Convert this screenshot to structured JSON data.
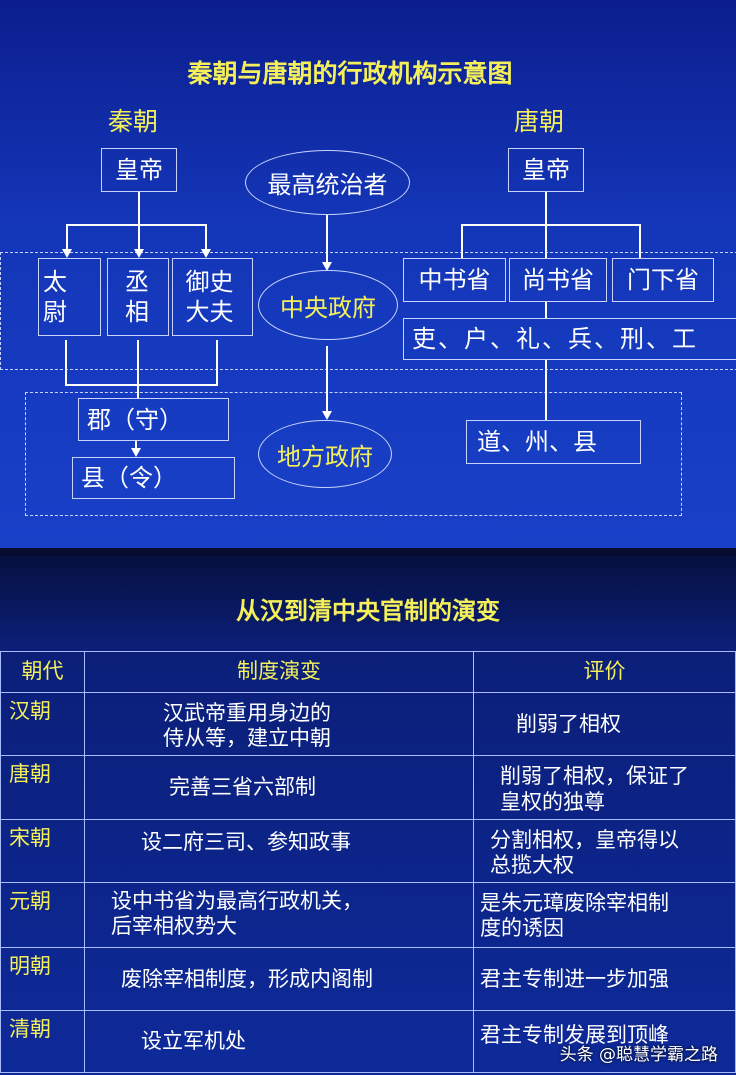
{
  "diagram": {
    "title": "秦朝与唐朝的行政机构示意图",
    "qin_label": "秦朝",
    "tang_label": "唐朝",
    "qin_emperor": "皇帝",
    "tang_emperor": "皇帝",
    "supreme_ruler": "最高统治者",
    "central_gov": "中央政府",
    "local_gov": "地方政府",
    "qin_central": [
      "太尉",
      "丞相",
      "御史大夫"
    ],
    "tang_central": [
      "中书省",
      "尚书省",
      "门下省"
    ],
    "tang_ministries": "吏、户、礼、兵、刑、工",
    "qin_local": [
      "郡（守）",
      "县（令）"
    ],
    "tang_local": "道、州、县"
  },
  "table": {
    "title": "从汉到清中央官制的演变",
    "headers": [
      "朝代",
      "制度演变",
      "评价"
    ],
    "rows": [
      {
        "dynasty": "汉朝",
        "change": "汉武帝重用身边的\n侍从等，建立中朝",
        "comment": "削弱了相权"
      },
      {
        "dynasty": "唐朝",
        "change": "完善三省六部制",
        "comment": "削弱了相权，保证了\n皇权的独尊"
      },
      {
        "dynasty": "宋朝",
        "change": "设二府三司、参知政事",
        "comment": "分割相权，皇帝得以\n总揽大权"
      },
      {
        "dynasty": "元朝",
        "change": "设中书省为最高行政机关，\n后宰相权势大",
        "comment": "是朱元璋废除宰相制\n度的诱因"
      },
      {
        "dynasty": "明朝",
        "change": "废除宰相制度，形成内阁制",
        "comment": "君主专制进一步加强"
      },
      {
        "dynasty": "清朝",
        "change": "设立军机处",
        "comment": "君主专制发展到顶峰"
      }
    ]
  },
  "watermark": "头条 @聪慧学霸之路"
}
